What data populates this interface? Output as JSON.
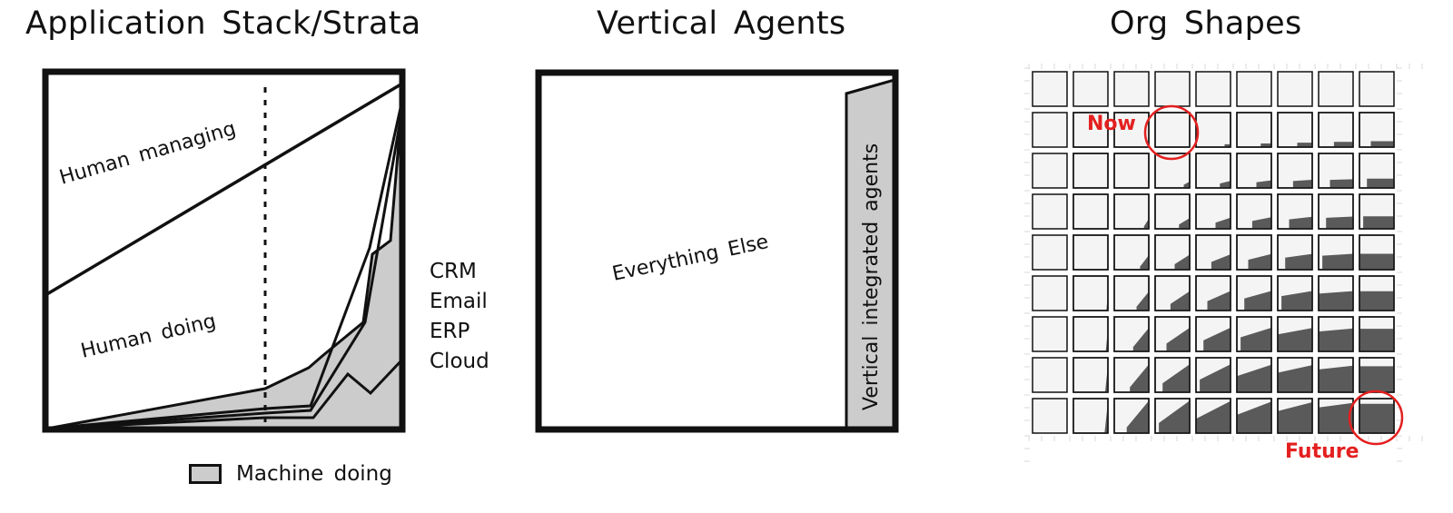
{
  "panels": {
    "stack": {
      "title": "Application Stack/Strata",
      "region_human_managing": "Human managing",
      "region_human_doing": "Human doing",
      "apps": [
        "CRM",
        "Email",
        "ERP",
        "Cloud"
      ],
      "legend_label": "Machine doing",
      "machine_fill": "#cccccc"
    },
    "vertical": {
      "title": "Vertical Agents",
      "main_region": "Everything Else",
      "side_region": "Vertical integrated agents"
    },
    "org": {
      "title": "Org Shapes",
      "now_label": "Now",
      "future_label": "Future",
      "accent": "#e41f1f",
      "fill_dark": "#5a5a5a"
    }
  }
}
